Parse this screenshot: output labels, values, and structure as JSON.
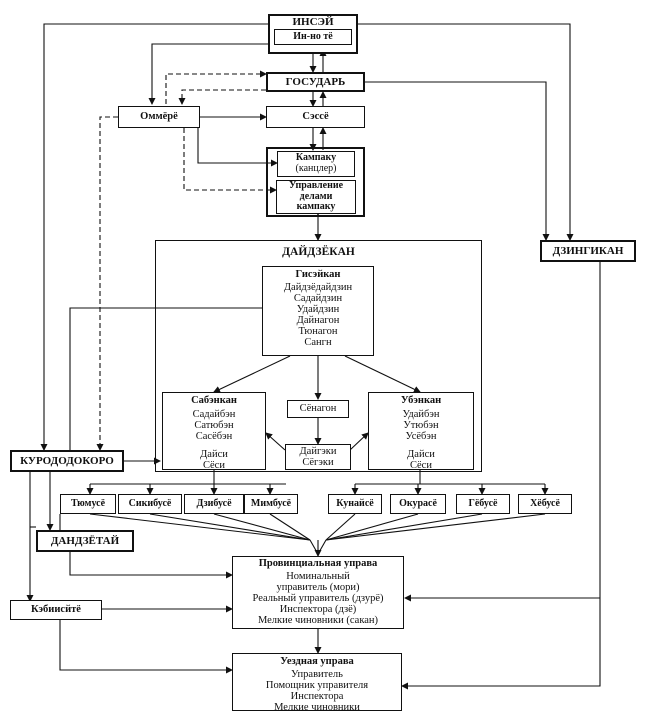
{
  "insei": {
    "title": "ИНСЭЙ",
    "sub": "Ин-но тё"
  },
  "gosudar": "ГОСУДАРЬ",
  "ommere": "Оммёрё",
  "sesse": "Сэссё",
  "kampaku": {
    "title": "Кампаку",
    "sub": "(канцлер)"
  },
  "kampaku_office": [
    "Управление",
    "делами",
    "кампаку"
  ],
  "daijokan": "ДАЙДЗЁКАН",
  "giseikan": {
    "title": "Гисэйкан",
    "lines": [
      "Дайдзёдайдзин",
      "Садайдзин",
      "Удайдзин",
      "Дайнагон",
      "Тюнагон",
      "Сангн"
    ]
  },
  "sabenkan": {
    "title": "Сабэнкан",
    "lines": [
      "Садайбэн",
      "Сатюбэн",
      "Сасёбэн"
    ],
    "lines2": [
      "Дайси",
      "Сёси"
    ]
  },
  "ubenkan": {
    "title": "Убэнкан",
    "lines": [
      "Удайбэн",
      "Утюбэн",
      "Усёбэн"
    ],
    "lines2": [
      "Дайси",
      "Сёси"
    ]
  },
  "shonagon": "Сёнагон",
  "daigeki": [
    "Дайгэки",
    "Сёгэки"
  ],
  "dzingikan": "ДЗИНГИКАН",
  "kurododokoro": "КУРОДОДОКОРО",
  "ministries_left": [
    "Тюмусё",
    "Сикибусё",
    "Дзибусё",
    "Мимбусё"
  ],
  "ministries_right": [
    "Кунайсё",
    "Окурасё",
    "Гёбусё",
    "Хёбусё"
  ],
  "danjodai": "ДАНДЗЁТАЙ",
  "kebiishi": "Кэбиисйтё",
  "provincial": {
    "title": "Провинциальная управа",
    "lines": [
      "Номинальный",
      "управитель (мори)",
      "Реальный управитель (дзурё)",
      "Инспектора (дзё)",
      "Мелкие чиновники (сакан)"
    ]
  },
  "district": {
    "title": "Уездная управа",
    "lines": [
      "Управитель",
      "Помощник управителя",
      "Инспектора",
      "Мелкие чиновники"
    ]
  }
}
